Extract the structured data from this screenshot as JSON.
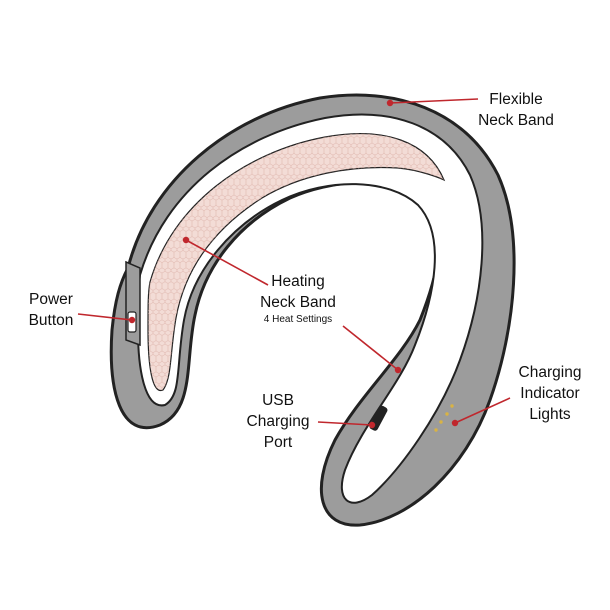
{
  "diagram": {
    "colors": {
      "band_fill": "#9c9c9c",
      "inner_white": "#ffffff",
      "pad_fill": "#f3dcd6",
      "pad_hex": "#d9aca3",
      "outline": "#222222",
      "leader": "#c0272d",
      "indicator": "#d9b343"
    },
    "labels": {
      "flexible_neck_band": {
        "line1": "Flexible",
        "line2": "Neck Band"
      },
      "heating_neck_band": {
        "line1": "Heating",
        "line2": "Neck Band",
        "note": "4 Heat Settings"
      },
      "power_button": {
        "line1": "Power",
        "line2": "Button"
      },
      "usb_charging_port": {
        "line1": "USB",
        "line2": "Charging",
        "line3": "Port"
      },
      "charging_indicator_lights": {
        "line1": "Charging",
        "line2": "Indicator",
        "line3": "Lights"
      }
    }
  }
}
